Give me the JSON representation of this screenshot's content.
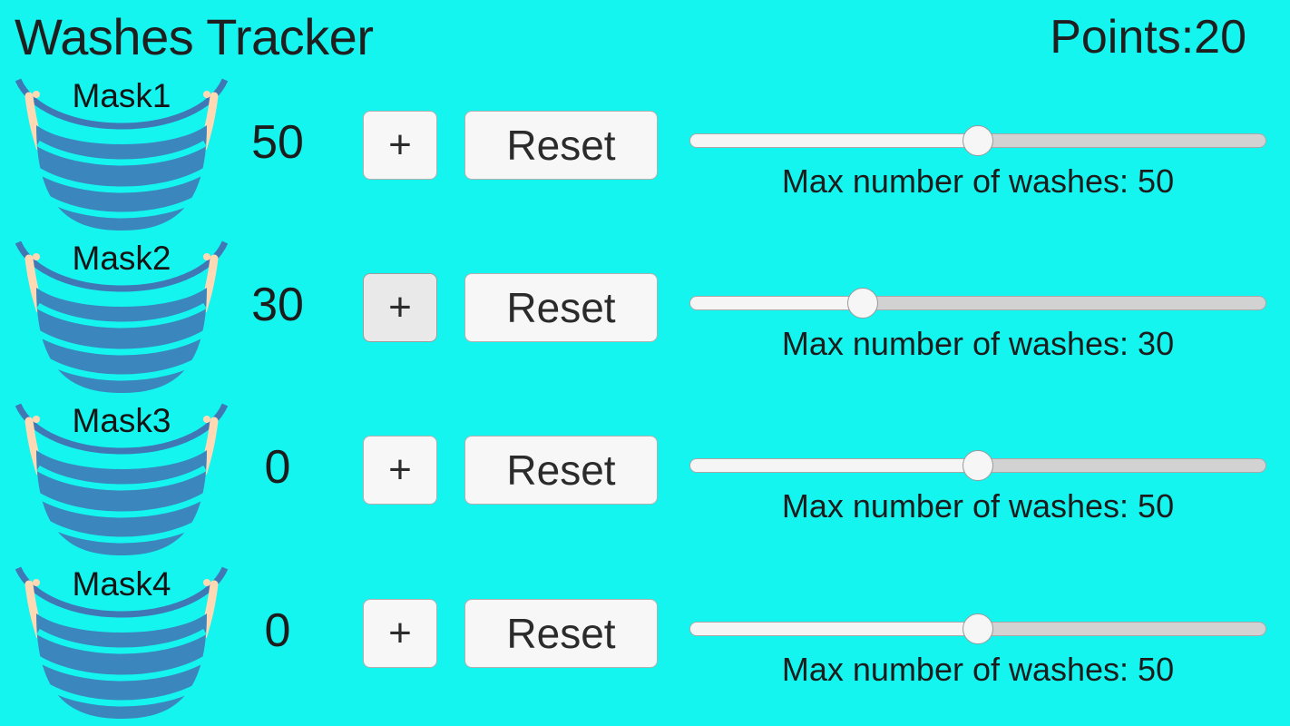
{
  "header": {
    "title": "Washes Tracker",
    "points_label": "Points:20",
    "points_value": 20
  },
  "theme": {
    "background": "#14f5f0",
    "text": "#1c1c1c",
    "button_face": "#f7f7f7",
    "button_face_dim": "#e9e9e9",
    "button_border": "#b0b0b0",
    "slider_track_unfilled": "#d2d2d2",
    "slider_track_filled": "#f5f5f5",
    "slider_thumb": "#f6f6f6",
    "mask_body": "#3b86bd",
    "mask_strap": "#3f78b5",
    "mask_ear": "#ffd9b3"
  },
  "controls": {
    "increment_label": "+",
    "reset_label": "Reset",
    "slider_caption_prefix": "Max number of washes: ",
    "slider_min": 0,
    "slider_max": 100
  },
  "masks": [
    {
      "name": "Mask1",
      "washes": "50",
      "max_washes": 50,
      "slider_percent": 50,
      "slider_caption": "Max number of washes: 50",
      "plus_label": "+",
      "reset_label": "Reset",
      "plus_dim": false
    },
    {
      "name": "Mask2",
      "washes": "30",
      "max_washes": 30,
      "slider_percent": 30,
      "slider_caption": "Max number of washes: 30",
      "plus_label": "+",
      "reset_label": "Reset",
      "plus_dim": true
    },
    {
      "name": "Mask3",
      "washes": "0",
      "max_washes": 50,
      "slider_percent": 50,
      "slider_caption": "Max number of washes: 50",
      "plus_label": "+",
      "reset_label": "Reset",
      "plus_dim": false
    },
    {
      "name": "Mask4",
      "washes": "0",
      "max_washes": 50,
      "slider_percent": 50,
      "slider_caption": "Max number of washes: 50",
      "plus_label": "+",
      "reset_label": "Reset",
      "plus_dim": false
    }
  ]
}
